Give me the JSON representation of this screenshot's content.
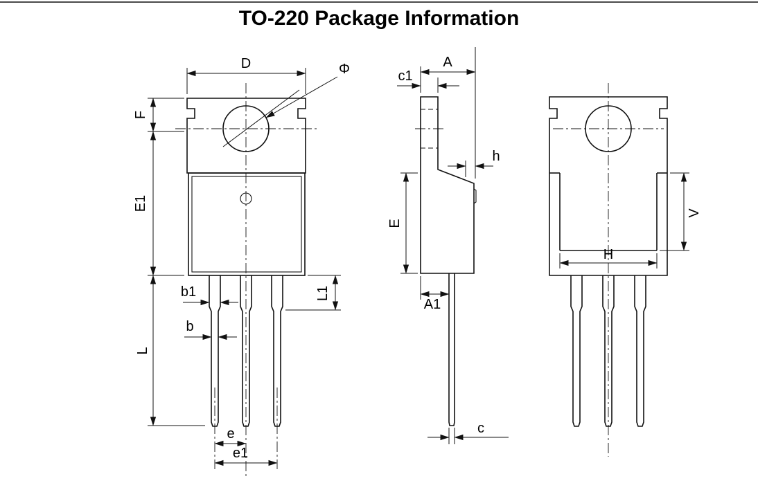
{
  "title": "TO-220 Package Information",
  "labels": {
    "front": {
      "D": "D",
      "phi": "Φ",
      "F": "F",
      "E1": "E1",
      "L": "L",
      "b1": "b1",
      "b": "b",
      "L1": "L1",
      "e": "e",
      "e1": "e1"
    },
    "side": {
      "c1": "c1",
      "A": "A",
      "h": "h",
      "E": "E",
      "A1": "A1",
      "c": "c"
    },
    "back": {
      "H": "H",
      "V": "V"
    }
  },
  "colors": {
    "line": "#111111",
    "background": "#ffffff"
  }
}
